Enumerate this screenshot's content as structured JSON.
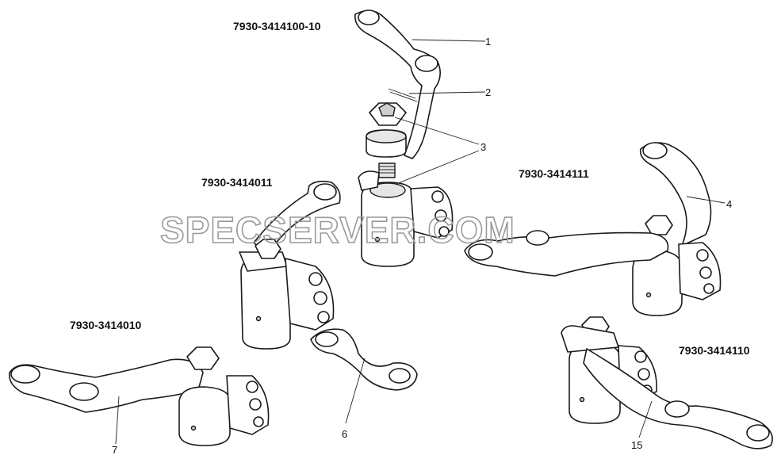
{
  "assembly_codes": {
    "a": "7930-3414100-10",
    "b": "7930-3414011",
    "c": "7930-3414111",
    "d": "7930-3414010",
    "e": "7930-3414110"
  },
  "callouts": {
    "c1": "1",
    "c2": "2",
    "c3": "3",
    "c4": "4",
    "c6": "6",
    "c7": "7",
    "c15": "15"
  },
  "watermark": "SPECSERVER.COM",
  "colors": {
    "line": "#1a1a1a",
    "fill": "#ffffff",
    "shade": "#e6e6e6",
    "watermark": "#9a9a9a"
  }
}
